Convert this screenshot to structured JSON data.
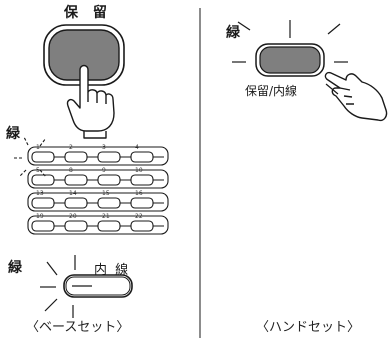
{
  "base": {
    "hold_title": "保 留",
    "green": "緑",
    "line_label": "内 線",
    "caption": "〈ベースセット〉",
    "key_rows": [
      [
        "1",
        "2",
        "3",
        "4"
      ],
      [
        "5",
        "8",
        "9",
        "10"
      ],
      [
        "13",
        "14",
        "15",
        "16"
      ],
      [
        "19",
        "20",
        "21",
        "22"
      ]
    ]
  },
  "handset": {
    "green": "緑",
    "button_label": "保留/内線",
    "caption": "〈ハンドセット〉"
  },
  "colors": {
    "button_fill": "#7f7f7f",
    "line": "#1a1a1a"
  }
}
